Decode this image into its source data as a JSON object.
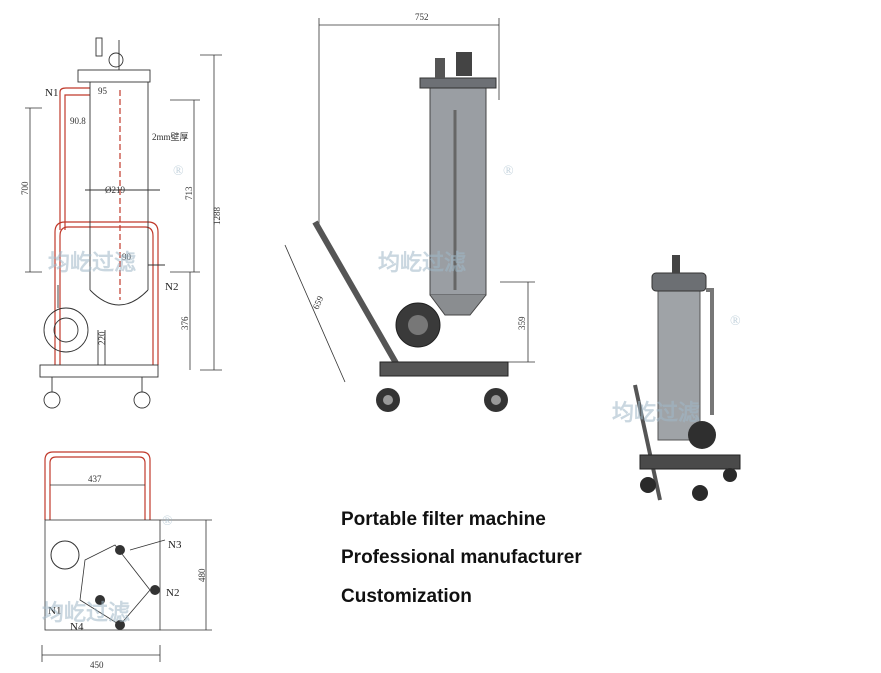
{
  "front_view": {
    "labels": {
      "n1": "N1",
      "n2": "N2",
      "d_outlet": "90.8",
      "wall": "2mm壁厚",
      "diameter": "Ø219",
      "d90": "90",
      "h220": "220",
      "top_small": "95"
    },
    "dims": {
      "h700": "700",
      "h713": "713",
      "h1288": "1288",
      "h376": "376"
    }
  },
  "side_view": {
    "dims": {
      "width": "752",
      "handle": "659",
      "height": "359"
    }
  },
  "top_view": {
    "labels": {
      "n3": "N3",
      "n2": "N2",
      "n1": "N1",
      "n4": "N4"
    },
    "dims": {
      "w437": "437",
      "w450": "450",
      "h480": "480"
    }
  },
  "watermark": {
    "text": "均屹过滤",
    "mark": "®"
  },
  "features": [
    "Portable filter machine",
    "Professional manufacturer",
    "Customization"
  ],
  "colors": {
    "frame": "#c0392b",
    "line": "#333333",
    "steel": "#8a8d90",
    "dark": "#2b2b2b",
    "watermark": "#9fb8c8"
  }
}
